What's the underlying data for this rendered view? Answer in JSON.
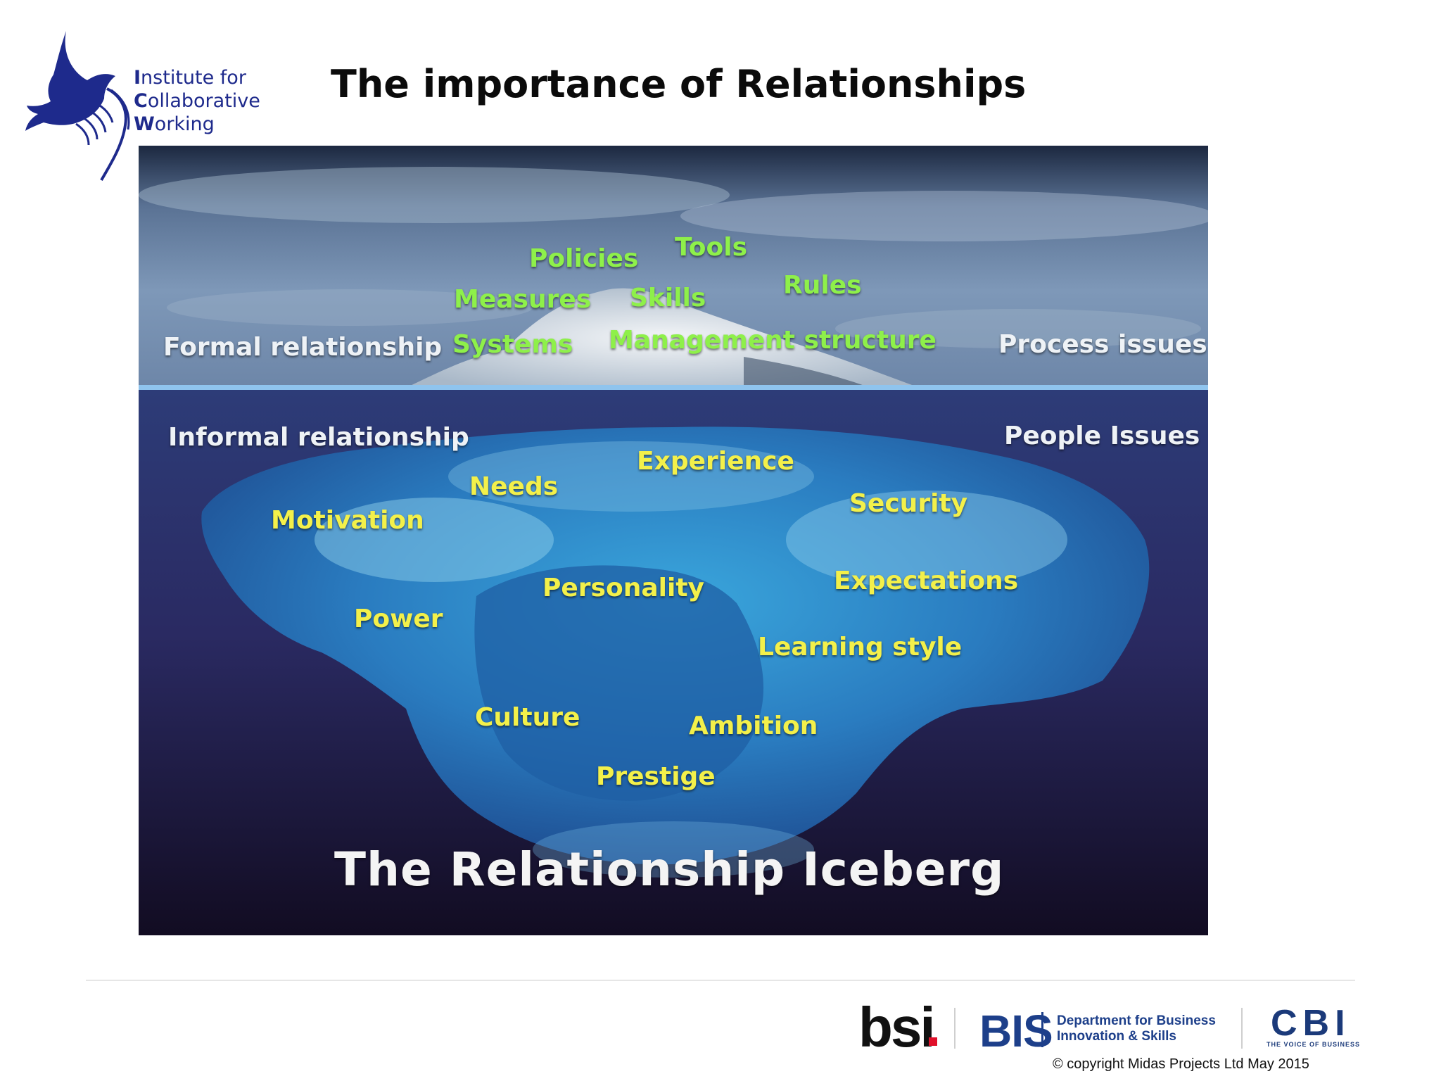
{
  "logo": {
    "line1_cap": "I",
    "line1_rest": "nstitute for",
    "line2_cap": "C",
    "line2_rest": "ollaborative",
    "line3_cap": "W",
    "line3_rest": "orking",
    "icon": "dove-icon",
    "color": "#1e2a8c"
  },
  "title": "The importance of Relationships",
  "iceberg": {
    "above_left": "Formal relationship",
    "above_right": "Process issues",
    "below_left": "Informal relationship",
    "below_right": "People Issues",
    "above_items": {
      "policies": "Policies",
      "tools": "Tools",
      "measures": "Measures",
      "skills": "Skills",
      "rules": "Rules",
      "systems": "Systems",
      "management": "Management structure"
    },
    "below_items": {
      "experience": "Experience",
      "needs": "Needs",
      "security": "Security",
      "motivation": "Motivation",
      "personality": "Personality",
      "expectations": "Expectations",
      "power": "Power",
      "learning": "Learning style",
      "culture": "Culture",
      "ambition": "Ambition",
      "prestige": "Prestige"
    },
    "caption": "The Relationship Iceberg",
    "colors": {
      "above": "#8ef04a",
      "below": "#f3f04a",
      "waterline": "#8fc4ee"
    }
  },
  "footer": {
    "bsi": "bsi",
    "bis": "BIS",
    "bis_line1": "Department for Business",
    "bis_line2": "Innovation & Skills",
    "cbi": "CBI",
    "cbi_tagline": "THE VOICE OF BUSINESS",
    "copyright": "© copyright Midas Projects Ltd May 2015"
  }
}
